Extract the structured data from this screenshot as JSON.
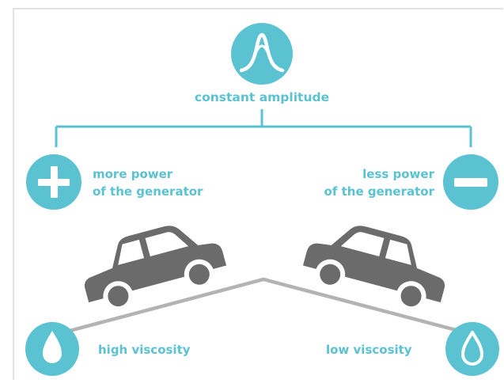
{
  "top": {
    "label": "constant amplitude",
    "icon": "amplitude-wave-icon"
  },
  "left": {
    "line1": "more power",
    "line2": "of the generator",
    "icon": "plus-icon"
  },
  "right": {
    "line1": "less power",
    "line2": "of the generator",
    "icon": "minus-icon"
  },
  "bottom_left": {
    "label": "high viscosity",
    "icon": "drop-filled-icon"
  },
  "bottom_right": {
    "label": "low viscosity",
    "icon": "drop-outline-icon"
  },
  "colors": {
    "accent": "#5bc2d2",
    "car": "#6b6b6b",
    "road": "#b3b3b3",
    "white": "#ffffff"
  }
}
